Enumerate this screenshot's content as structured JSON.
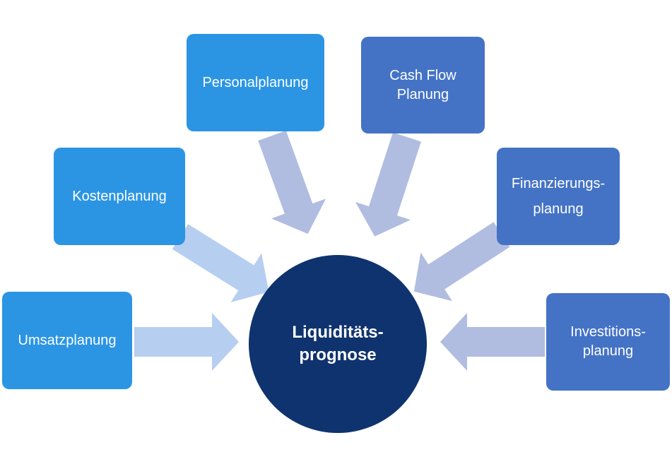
{
  "center": {
    "label": "Liquiditäts-\nprognose"
  },
  "nodes": {
    "umsatz": "Umsatzplanung",
    "kosten": "Kostenplanung",
    "personal": "Personalplanung",
    "cashflow": "Cash Flow\nPlanung",
    "finanzierung": "Finanzierungs-\nplanung",
    "investition": "Investitions-\nplanung"
  },
  "colors": {
    "light_box": "#2b95e4",
    "dark_box": "#4473c6",
    "center": "#0f336e",
    "arrow_light": "#b6cef0",
    "arrow_dark": "#b0bde0"
  }
}
